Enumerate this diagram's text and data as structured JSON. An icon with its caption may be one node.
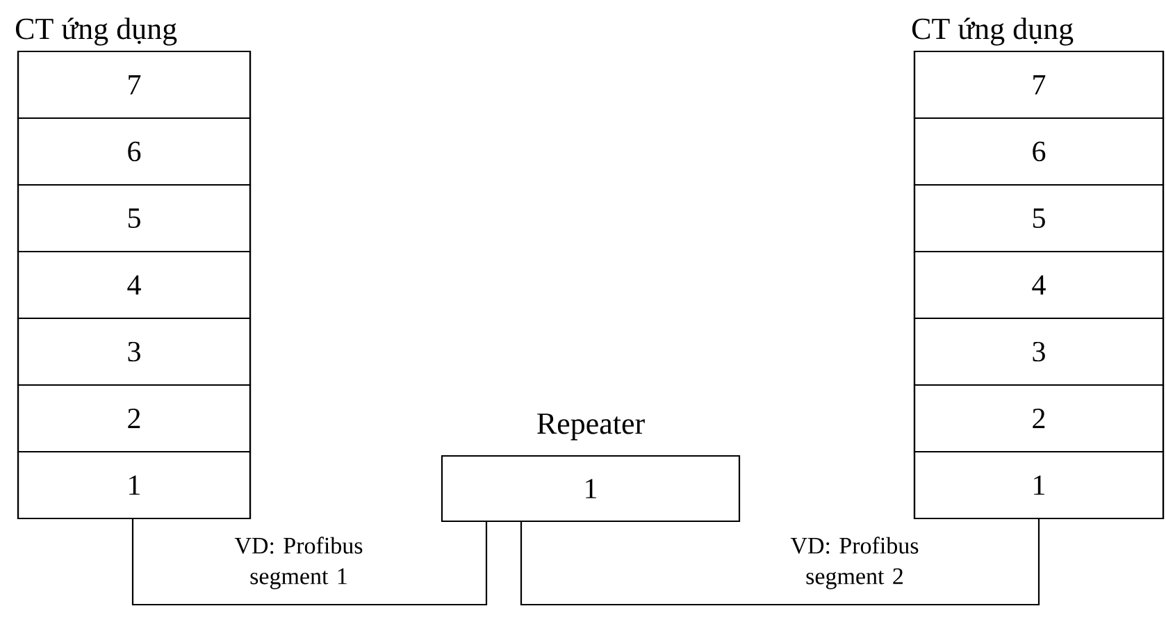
{
  "diagram": {
    "nodes": [
      {
        "text": [
          "CT ứng dụng"
        ]
      },
      {
        "text": [
          "7"
        ],
        "in": 0
      },
      {
        "text": [
          "6"
        ],
        "in": 0
      },
      {
        "text": [
          "5"
        ],
        "in": 0
      },
      {
        "text": [
          "4"
        ],
        "in": 0
      },
      {
        "text": [
          "3"
        ],
        "in": 0
      },
      {
        "text": [
          "2"
        ],
        "in": 0
      },
      {
        "text": [
          "1"
        ],
        "in": 0
      },
      {
        "text": [
          "Repeater",
          "1"
        ]
      },
      {
        "text": [
          "CT ứng dụng"
        ]
      },
      {
        "text": [
          "7"
        ],
        "in": 9
      },
      {
        "text": [
          "6"
        ],
        "in": 9
      },
      {
        "text": [
          "5"
        ],
        "in": 9
      },
      {
        "text": [
          "4"
        ],
        "in": 9
      },
      {
        "text": [
          "3"
        ],
        "in": 9
      },
      {
        "text": [
          "2"
        ],
        "in": 9
      },
      {
        "text": [
          "1"
        ],
        "in": 9
      }
    ],
    "edges": [
      {
        "from": 7,
        "to": 8,
        "arrow": "none",
        "label": "VD: Profibus segment 1"
      },
      {
        "from": 8,
        "to": 16,
        "arrow": "none",
        "label": "VD: Profibus segment 2"
      }
    ]
  }
}
